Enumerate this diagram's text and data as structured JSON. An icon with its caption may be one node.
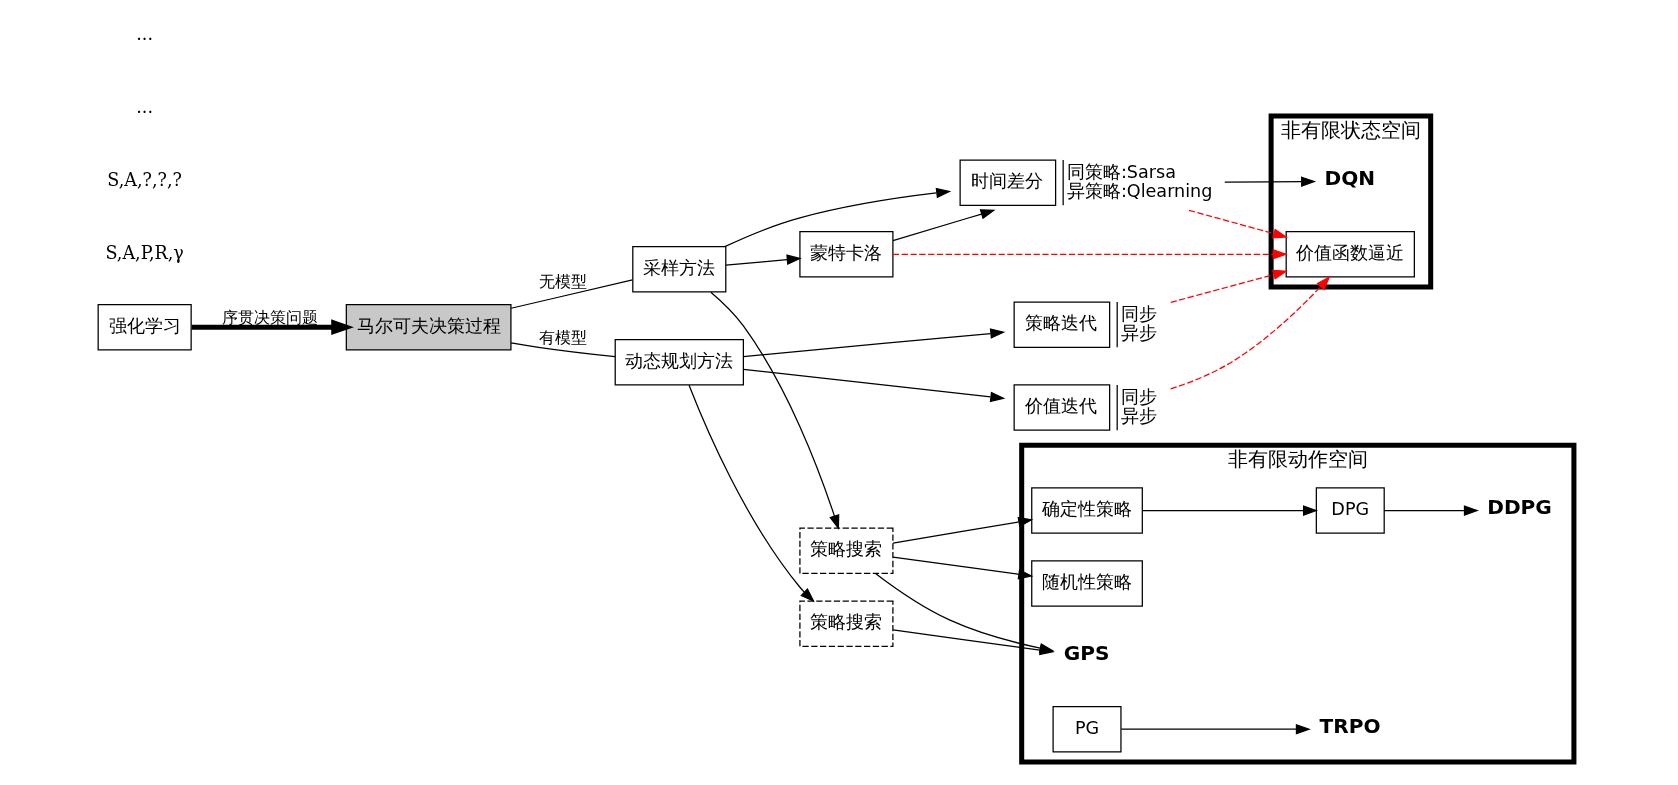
{
  "diagram": {
    "nodes": [
      {
        "text": [
          "强化学习"
        ]
      },
      {
        "text": [
          "马尔可夫决策过程"
        ]
      },
      {
        "text": [
          "动态规划方法"
        ]
      },
      {
        "text": [
          "策略迭代"
        ],
        "beside": [
          "同步",
          "异步"
        ]
      },
      {
        "text": [
          "价值迭代"
        ],
        "beside": [
          "同步",
          "异步"
        ]
      },
      {
        "text": [
          "策略搜索"
        ]
      },
      {
        "text": [
          "采样方法"
        ]
      },
      {
        "text": [
          "蒙特卡洛"
        ]
      },
      {
        "text": [
          "时间差分"
        ],
        "beside": [
          "同策略:Sarsa",
          "异策略:Qlearning"
        ]
      },
      {
        "text": [
          "策略搜索"
        ]
      },
      {
        "text": [
          "非有限状态空间"
        ]
      },
      {
        "text": [
          "价值函数逼近"
        ],
        "in": 10
      },
      {
        "text": [
          "DQN"
        ],
        "in": 10
      },
      {
        "text": [
          "非有限动作空间"
        ]
      },
      {
        "text": [
          "GPS"
        ],
        "in": 13
      },
      {
        "text": [
          "确定性策略"
        ],
        "in": 13
      },
      {
        "text": [
          "DPG"
        ],
        "in": 13
      },
      {
        "text": [
          "DDPG"
        ],
        "in": 13
      },
      {
        "text": [
          "随机性策略"
        ],
        "in": 13
      },
      {
        "text": [
          "PG"
        ],
        "in": 13
      },
      {
        "text": [
          "TRPO"
        ],
        "in": 13
      }
    ],
    "edges": [
      {
        "from": 0,
        "to": 1,
        "arrow": "to",
        "style": "thick",
        "label": "序贯决策问题"
      },
      {
        "from": 1,
        "to": 2,
        "arrow": "none",
        "label": "有模型"
      },
      {
        "from": 1,
        "to": 6,
        "arrow": "none",
        "label": "无模型"
      },
      {
        "from": 2,
        "to": 3,
        "arrow": "to"
      },
      {
        "from": 2,
        "to": 4,
        "arrow": "to"
      },
      {
        "from": 2,
        "to": 5,
        "arrow": "to"
      },
      {
        "from": 6,
        "to": 7,
        "arrow": "to"
      },
      {
        "from": 6,
        "to": 8,
        "arrow": "to"
      },
      {
        "from": 6,
        "to": 9,
        "arrow": "to"
      },
      {
        "from": 7,
        "to": 8,
        "arrow": "to"
      },
      {
        "from": 3,
        "to": 11,
        "arrow": "to",
        "style": "dashed",
        "color": "#ff0000"
      },
      {
        "from": 4,
        "to": 11,
        "arrow": "to",
        "style": "dashed",
        "color": "#ff0000"
      },
      {
        "from": 7,
        "to": 11,
        "arrow": "to",
        "style": "dashed",
        "color": "#ff0000"
      },
      {
        "from": 8,
        "to": 11,
        "arrow": "to",
        "style": "dashed",
        "color": "#ff0000"
      },
      {
        "from": 5,
        "to": 14,
        "arrow": "to"
      },
      {
        "from": 9,
        "to": 14,
        "arrow": "to"
      },
      {
        "from": 9,
        "to": 15,
        "arrow": "to"
      },
      {
        "from": 9,
        "to": 18,
        "arrow": "to"
      },
      {
        "from": 8,
        "to": 12,
        "arrow": "to"
      },
      {
        "from": 15,
        "to": 16,
        "arrow": "to"
      },
      {
        "from": 16,
        "to": 17,
        "arrow": "to"
      },
      {
        "from": 19,
        "to": 20,
        "arrow": "to"
      }
    ],
    "labels": [
      "S,A,P,R,γ",
      "S,A,?,?,?",
      "...",
      "..."
    ]
  }
}
